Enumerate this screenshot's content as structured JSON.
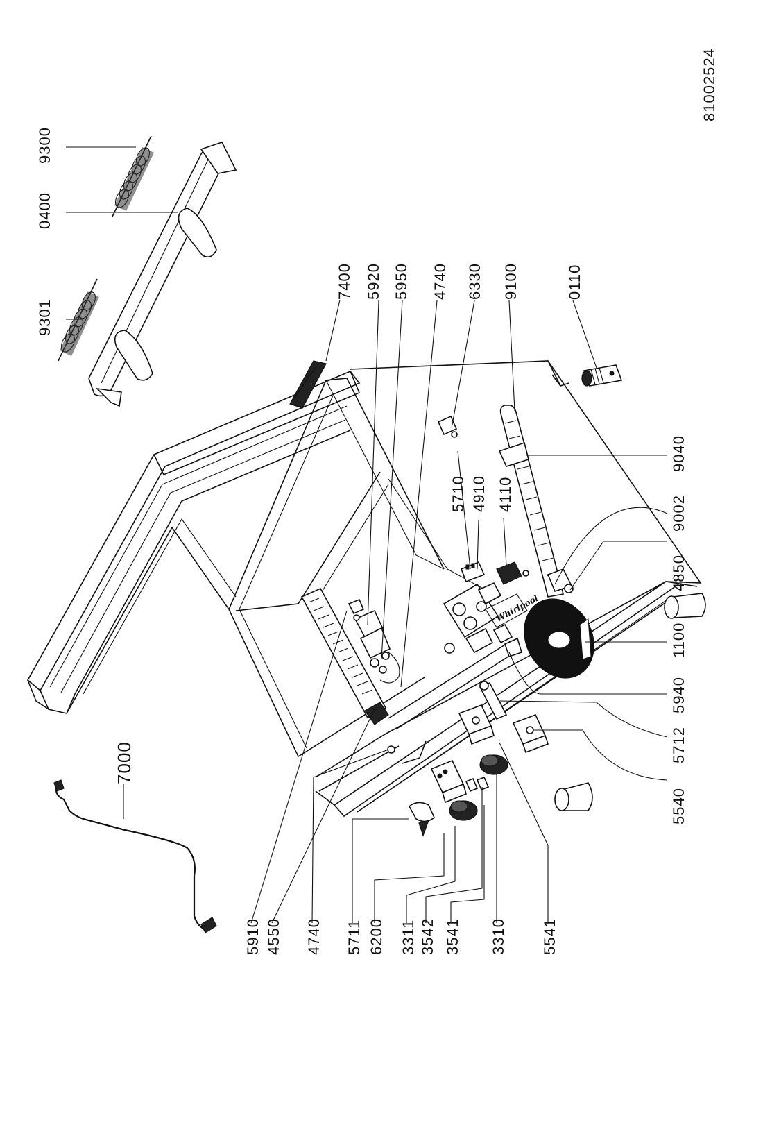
{
  "diagram_code": "81002524",
  "parts": {
    "p9300": "9300",
    "p0400": "0400",
    "p9301": "9301",
    "p7400": "7400",
    "p5920": "5920",
    "p5950": "5950",
    "p4740a": "4740",
    "p6330": "6330",
    "p9100": "9100",
    "p0110": "0110",
    "p5710": "5710",
    "p4910": "4910",
    "p4110": "4110",
    "p9040": "9040",
    "p9002": "9002",
    "p4850": "4850",
    "p1100": "1100",
    "p5940": "5940",
    "p5712": "5712",
    "p5540": "5540",
    "p7000": "7000",
    "p5910": "5910",
    "p4550": "4550",
    "p4740b": "4740",
    "p5711": "5711",
    "p6200": "6200",
    "p3311": "3311",
    "p3542": "3542",
    "p3541": "3541",
    "p3310": "3310",
    "p5541": "5541"
  },
  "brand_mark": "Whirlpool"
}
